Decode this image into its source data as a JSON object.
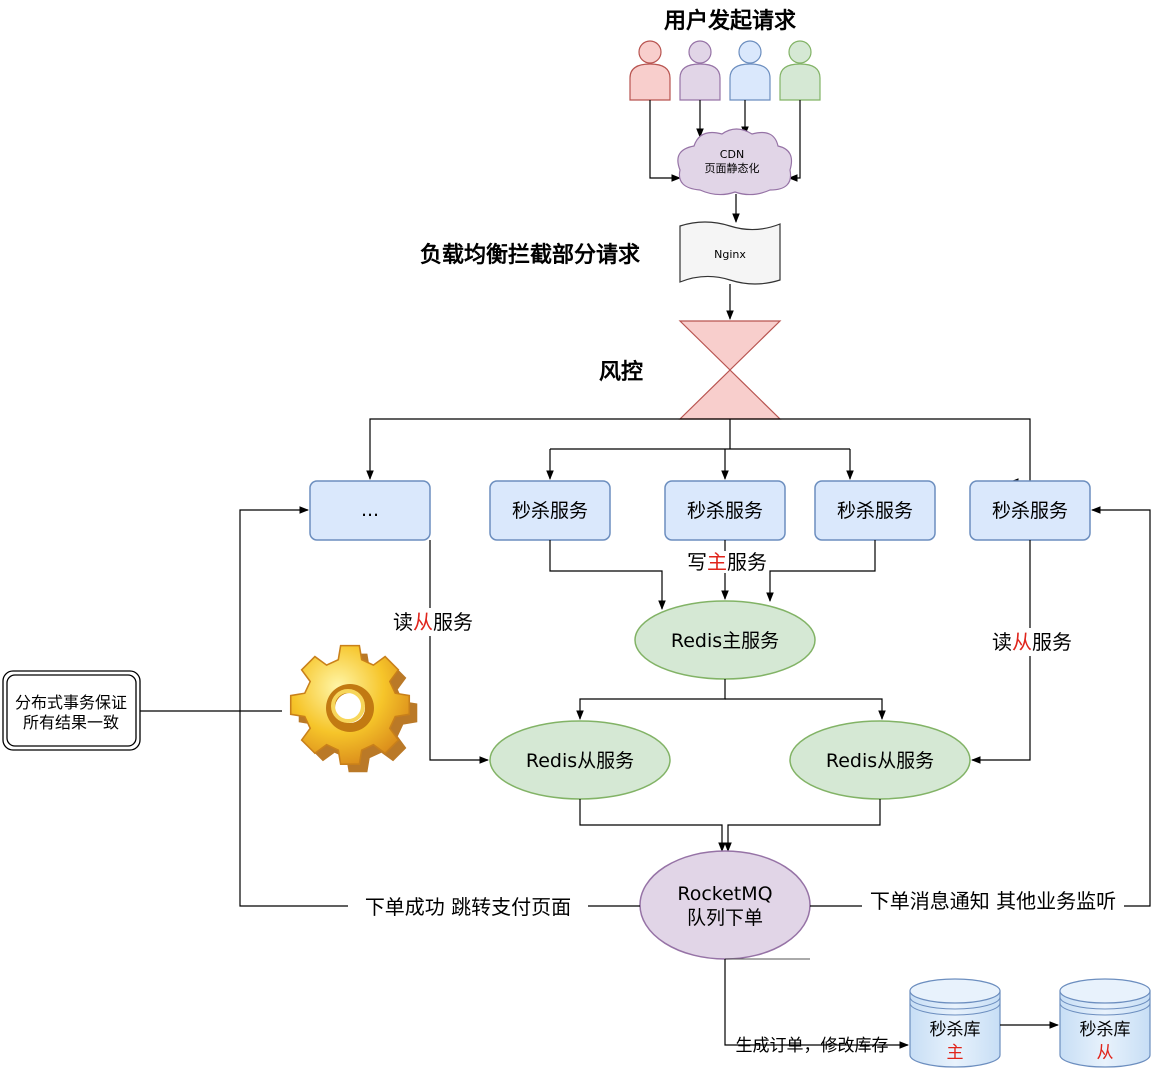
{
  "title_users": "用户发起请求",
  "cdn": {
    "line1": "CDN",
    "line2": "页面静态化"
  },
  "nginx": {
    "label": "Nginx"
  },
  "label_lb": "负载均衡拦截部分请求",
  "label_risk": "风控",
  "services": {
    "ellipsis": "...",
    "seckill_1": "秒杀服务",
    "seckill_2": "秒杀服务",
    "seckill_3": "秒杀服务",
    "seckill_4": "秒杀服务"
  },
  "edge_write_master": {
    "pre": "写",
    "red": "主",
    "post": "服务"
  },
  "edge_read_slave_left": {
    "pre": "读",
    "red": "从",
    "post": "服务"
  },
  "edge_read_slave_right": {
    "pre": "读",
    "red": "从",
    "post": "服务"
  },
  "redis": {
    "master": "Redis主服务",
    "slave_left": "Redis从服务",
    "slave_right": "Redis从服务"
  },
  "distributed_note": {
    "line1": "分布式事务保证",
    "line2": "所有结果一致"
  },
  "rocketmq": {
    "line1": "RocketMQ",
    "line2": "队列下单"
  },
  "edge_order_success": "下单成功 跳转支付页面",
  "edge_order_notify": "下单消息通知 其他业务监听",
  "edge_create_order": "生成订单，修改库存",
  "db_master": {
    "line1": "秒杀库",
    "line2": "主"
  },
  "db_slave": {
    "line1": "秒杀库",
    "line2": "从"
  },
  "colors": {
    "user_red": "#f8cecc",
    "user_purple": "#e1d5e7",
    "user_blue": "#dae8fc",
    "user_green": "#d5e8d4",
    "box_fill": "#dae8fc",
    "box_stroke": "#6c8ebf",
    "redis_fill": "#d5e8d4",
    "redis_stroke": "#82b366",
    "mq_fill": "#e1d5e7",
    "risk_fill": "#f8cecc",
    "accent_red": "#e0241b"
  }
}
